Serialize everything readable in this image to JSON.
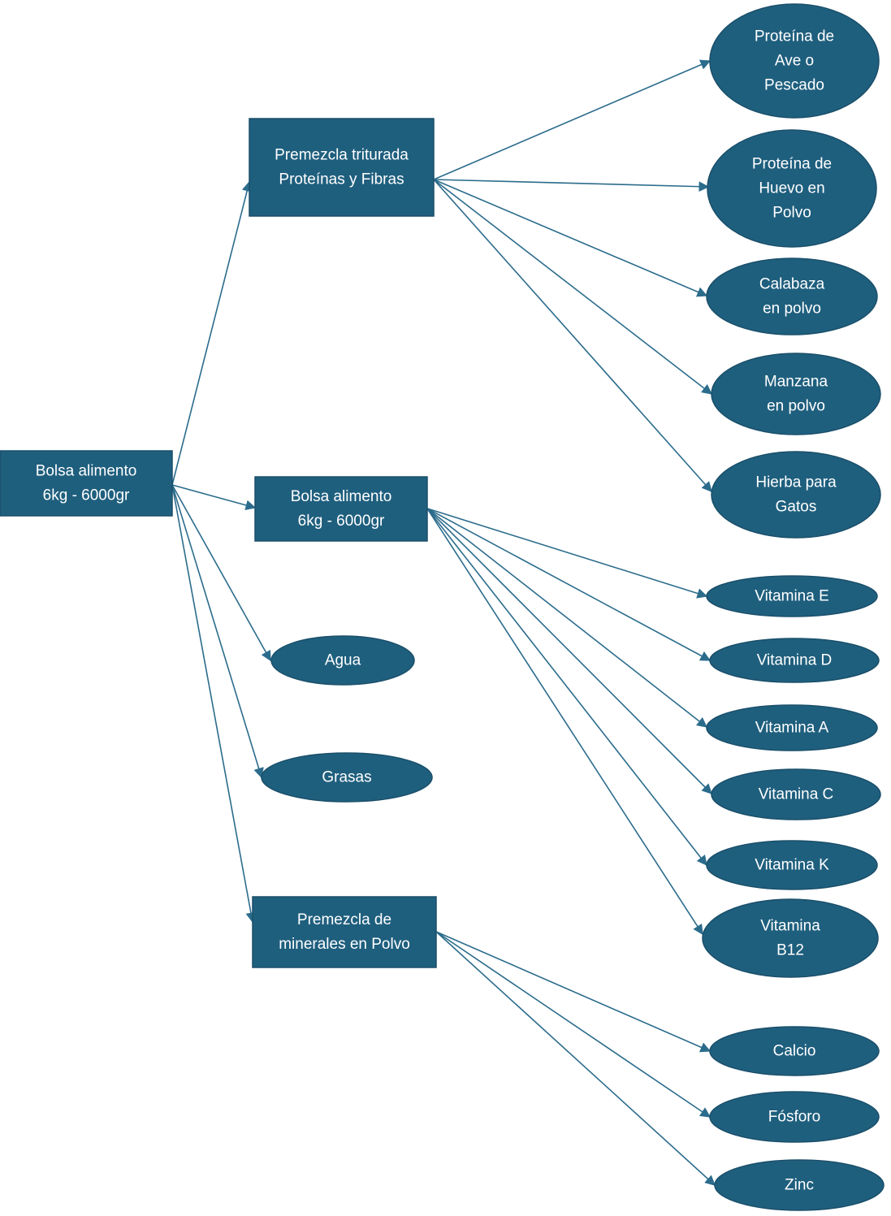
{
  "colors": {
    "node_fill": "#1f5f7e",
    "node_text": "#ffffff",
    "edge": "#2b6c8c",
    "background": "#ffffff"
  },
  "nodes": {
    "root": {
      "lines": [
        "Bolsa alimento",
        "6kg - 6000gr"
      ]
    },
    "premezcla_proteinas": {
      "lines": [
        "Premezcla triturada",
        "Proteínas y Fibras"
      ]
    },
    "bolsa_vitaminas": {
      "lines": [
        "Bolsa alimento",
        "6kg - 6000gr"
      ]
    },
    "agua": {
      "lines": [
        "Agua"
      ]
    },
    "grasas": {
      "lines": [
        "Grasas"
      ]
    },
    "premezcla_minerales": {
      "lines": [
        "Premezcla de",
        "minerales en Polvo"
      ]
    },
    "proteina_ave": {
      "lines": [
        "Proteína de",
        "Ave o",
        "Pescado"
      ]
    },
    "proteina_huevo": {
      "lines": [
        "Proteína de",
        "Huevo en",
        "Polvo"
      ]
    },
    "calabaza": {
      "lines": [
        "Calabaza",
        "en polvo"
      ]
    },
    "manzana": {
      "lines": [
        "Manzana",
        "en polvo"
      ]
    },
    "hierba": {
      "lines": [
        "Hierba para",
        "Gatos"
      ]
    },
    "vitamina_e": {
      "lines": [
        "Vitamina  E"
      ]
    },
    "vitamina_d": {
      "lines": [
        "Vitamina  D"
      ]
    },
    "vitamina_a": {
      "lines": [
        "Vitamina  A"
      ]
    },
    "vitamina_c": {
      "lines": [
        "Vitamina  C"
      ]
    },
    "vitamina_k": {
      "lines": [
        "Vitamina  K"
      ]
    },
    "vitamina_b12": {
      "lines": [
        "Vitamina",
        "B12"
      ]
    },
    "calcio": {
      "lines": [
        "Calcio"
      ]
    },
    "fosforo": {
      "lines": [
        "Fósforo"
      ]
    },
    "zinc": {
      "lines": [
        "Zinc"
      ]
    }
  },
  "edges": [
    [
      "root",
      "premezcla_proteinas"
    ],
    [
      "root",
      "bolsa_vitaminas"
    ],
    [
      "root",
      "agua"
    ],
    [
      "root",
      "grasas"
    ],
    [
      "root",
      "premezcla_minerales"
    ],
    [
      "premezcla_proteinas",
      "proteina_ave"
    ],
    [
      "premezcla_proteinas",
      "proteina_huevo"
    ],
    [
      "premezcla_proteinas",
      "calabaza"
    ],
    [
      "premezcla_proteinas",
      "manzana"
    ],
    [
      "premezcla_proteinas",
      "hierba"
    ],
    [
      "bolsa_vitaminas",
      "vitamina_e"
    ],
    [
      "bolsa_vitaminas",
      "vitamina_d"
    ],
    [
      "bolsa_vitaminas",
      "vitamina_a"
    ],
    [
      "bolsa_vitaminas",
      "vitamina_c"
    ],
    [
      "bolsa_vitaminas",
      "vitamina_k"
    ],
    [
      "bolsa_vitaminas",
      "vitamina_b12"
    ],
    [
      "premezcla_minerales",
      "calcio"
    ],
    [
      "premezcla_minerales",
      "fosforo"
    ],
    [
      "premezcla_minerales",
      "zinc"
    ]
  ]
}
